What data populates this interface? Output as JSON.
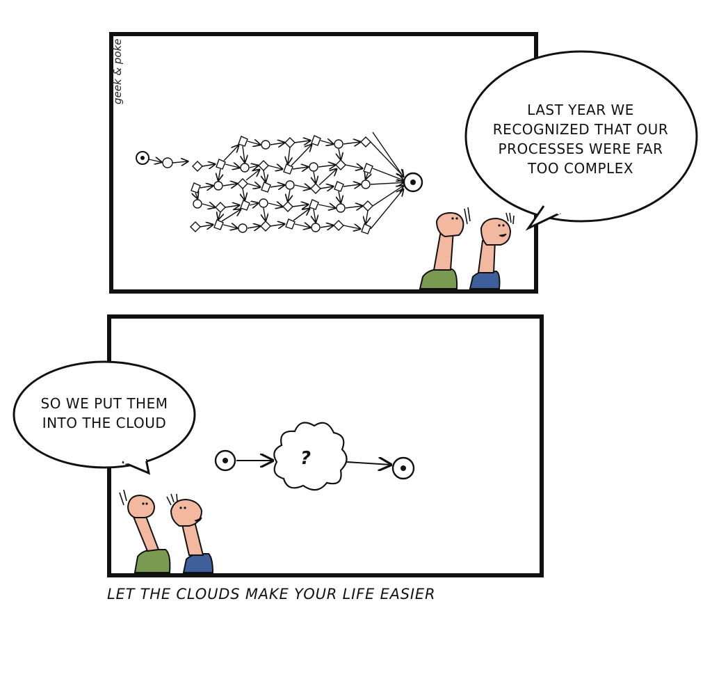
{
  "comic": {
    "signature": "geek & poke",
    "panel_1": {
      "speech": [
        "LAST YEAR WE",
        "RECOGNIZED THAT OUR",
        "PROCESSES WERE FAR",
        "TOO COMPLEX"
      ]
    },
    "panel_2": {
      "speech": [
        "SO WE PUT THEM",
        "INTO THE CLOUD"
      ],
      "cloud_mark": "?"
    },
    "caption": "LET THE CLOUDS MAKE YOUR LIFE EASIER"
  },
  "colors": {
    "ink": "#111111",
    "skin": "#f2b9a0",
    "shirt_green": "#7a9a52",
    "shirt_blue": "#3e5f9c"
  }
}
